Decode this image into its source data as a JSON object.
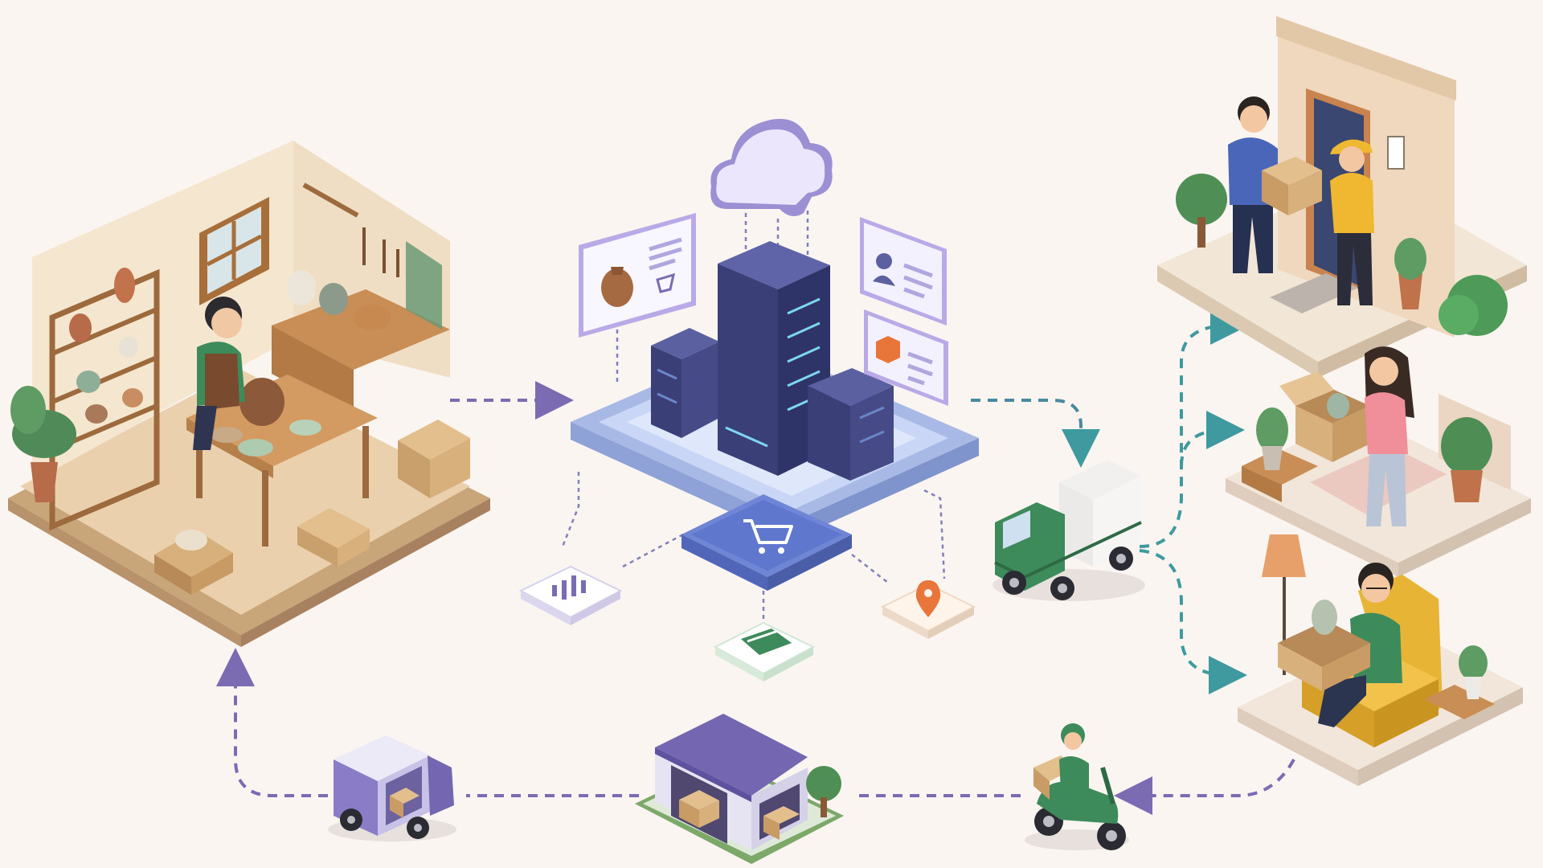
{
  "scene": {
    "background": "#fbf5f2",
    "nodes": [
      {
        "id": "artisan-workshop",
        "icon": "pottery-workshop-icon"
      },
      {
        "id": "cloud-platform",
        "icon": "cloud-server-platform-icon"
      },
      {
        "id": "delivery-truck",
        "icon": "delivery-truck-icon"
      },
      {
        "id": "doorstep-delivery",
        "icon": "doorstep-handoff-icon"
      },
      {
        "id": "customer-unboxing",
        "icon": "customer-unboxing-icon"
      },
      {
        "id": "customer-armchair",
        "icon": "customer-armchair-icon"
      },
      {
        "id": "courier-scooter",
        "icon": "scooter-courier-icon"
      },
      {
        "id": "warehouse",
        "icon": "warehouse-icon"
      },
      {
        "id": "return-van",
        "icon": "return-van-icon"
      }
    ],
    "platform_cards": [
      {
        "id": "product-listing-card",
        "icons": [
          "vase-icon",
          "cart-icon",
          "text-lines-icon"
        ]
      },
      {
        "id": "customer-profile-card",
        "icons": [
          "user-icon",
          "text-lines-icon"
        ]
      },
      {
        "id": "order-card",
        "icons": [
          "package-icon",
          "text-lines-icon"
        ]
      },
      {
        "id": "checkout-tile",
        "icons": [
          "shopping-cart-icon"
        ]
      },
      {
        "id": "analytics-tile",
        "icons": [
          "bar-chart-icon"
        ]
      },
      {
        "id": "payment-tile",
        "icons": [
          "credit-card-icon"
        ]
      },
      {
        "id": "location-tile",
        "icons": [
          "map-pin-icon"
        ]
      }
    ],
    "flows": [
      {
        "from": "artisan-workshop",
        "to": "cloud-platform",
        "color": "#7b6bb3"
      },
      {
        "from": "cloud-platform",
        "to": "delivery-truck",
        "color": "#4a8aa0"
      },
      {
        "from": "delivery-truck",
        "to": "doorstep-delivery",
        "color": "#3f9aa0"
      },
      {
        "from": "delivery-truck",
        "to": "customer-unboxing",
        "color": "#3f9aa0"
      },
      {
        "from": "delivery-truck",
        "to": "customer-armchair",
        "color": "#3f9aa0"
      },
      {
        "from": "customer-armchair",
        "to": "courier-scooter",
        "color": "#7b6bb3"
      },
      {
        "from": "courier-scooter",
        "to": "warehouse",
        "color": "#7b6bb3"
      },
      {
        "from": "warehouse",
        "to": "return-van",
        "color": "#7b6bb3"
      },
      {
        "from": "return-van",
        "to": "artisan-workshop",
        "color": "#7b6bb3"
      }
    ],
    "colors": {
      "flow_purple": "#7b6bb3",
      "flow_teal": "#3f9aa0",
      "server_navy": "#3a3f78",
      "platform_blue": "#c9d6f5",
      "accent_orange": "#e8753a",
      "accent_green": "#3d8a5a"
    }
  }
}
